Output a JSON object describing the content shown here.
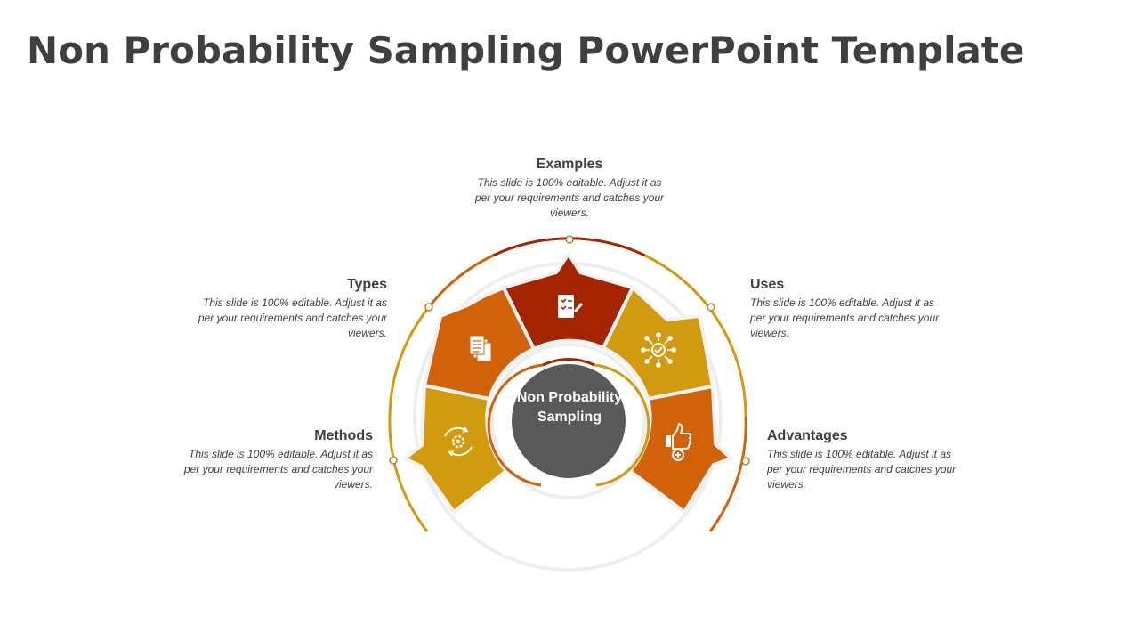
{
  "title": "Non Probability Sampling PowerPoint Template",
  "center_label": "Non Probability Sampling",
  "segments": [
    {
      "key": "examples",
      "title": "Examples",
      "description": "This slide is 100% editable. Adjust it as per your requirements and catches your viewers.",
      "color": "#a52400",
      "icon": "checklist-icon"
    },
    {
      "key": "uses",
      "title": "Uses",
      "description": "This slide is 100% editable. Adjust it as per your requirements and catches your viewers.",
      "color": "#d29a0e",
      "icon": "network-check-icon"
    },
    {
      "key": "advantages",
      "title": "Advantages",
      "description": "This slide is 100% editable. Adjust it as per your requirements and catches your viewers.",
      "color": "#d2620a",
      "icon": "thumbs-up-plus-icon"
    },
    {
      "key": "methods",
      "title": "Methods",
      "description": "This slide is 100% editable. Adjust it as per your requirements and catches your viewers.",
      "color": "#d29a0e",
      "icon": "gear-cycle-icon"
    },
    {
      "key": "types",
      "title": "Types",
      "description": "This slide is 100% editable. Adjust it as per your requirements and catches your viewers.",
      "color": "#d2620a",
      "icon": "documents-icon"
    }
  ],
  "colors": {
    "center_circle": "#595959",
    "track": "#eeeeee",
    "title_text": "#3f3f3f"
  }
}
